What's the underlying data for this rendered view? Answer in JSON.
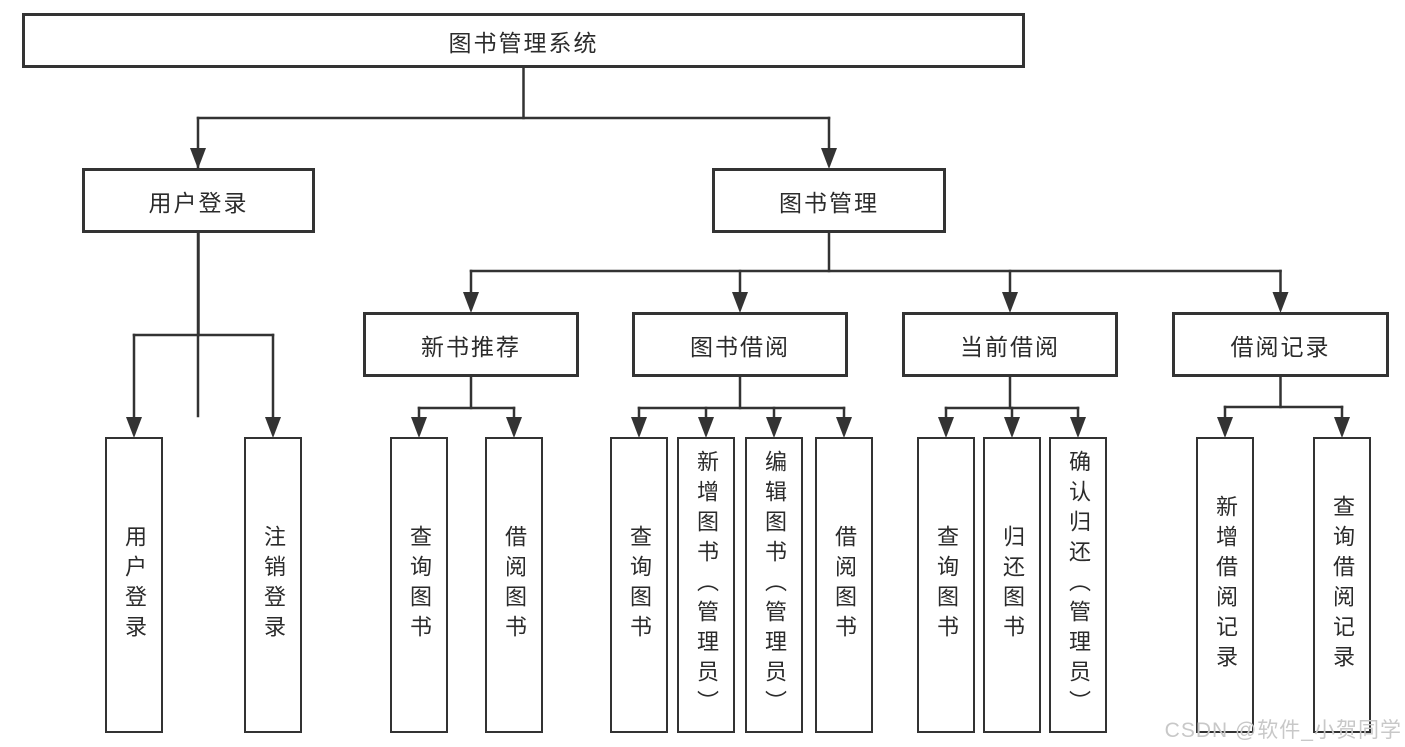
{
  "tree": {
    "root": "图书管理系统",
    "children": [
      {
        "label": "用户登录",
        "children": [
          {
            "label": "用户登录"
          },
          {
            "label": "注销登录"
          }
        ]
      },
      {
        "label": "图书管理",
        "children": [
          {
            "label": "新书推荐",
            "children": [
              {
                "label": "查询图书"
              },
              {
                "label": "借阅图书"
              }
            ]
          },
          {
            "label": "图书借阅",
            "children": [
              {
                "label": "查询图书"
              },
              {
                "label": "新增图书（管理员）"
              },
              {
                "label": "编辑图书（管理员）"
              },
              {
                "label": "借阅图书"
              }
            ]
          },
          {
            "label": "当前借阅",
            "children": [
              {
                "label": "查询图书"
              },
              {
                "label": "归还图书"
              },
              {
                "label": "确认归还（管理员）"
              }
            ]
          },
          {
            "label": "借阅记录",
            "children": [
              {
                "label": "新增借阅记录"
              },
              {
                "label": "查询借阅记录"
              }
            ]
          }
        ]
      }
    ]
  },
  "watermark": "CSDN @软件_小贺同学",
  "colors": {
    "line": "#333333",
    "text": "#2b2b2b",
    "watermark": "#c8c8c8",
    "background": "#ffffff"
  }
}
